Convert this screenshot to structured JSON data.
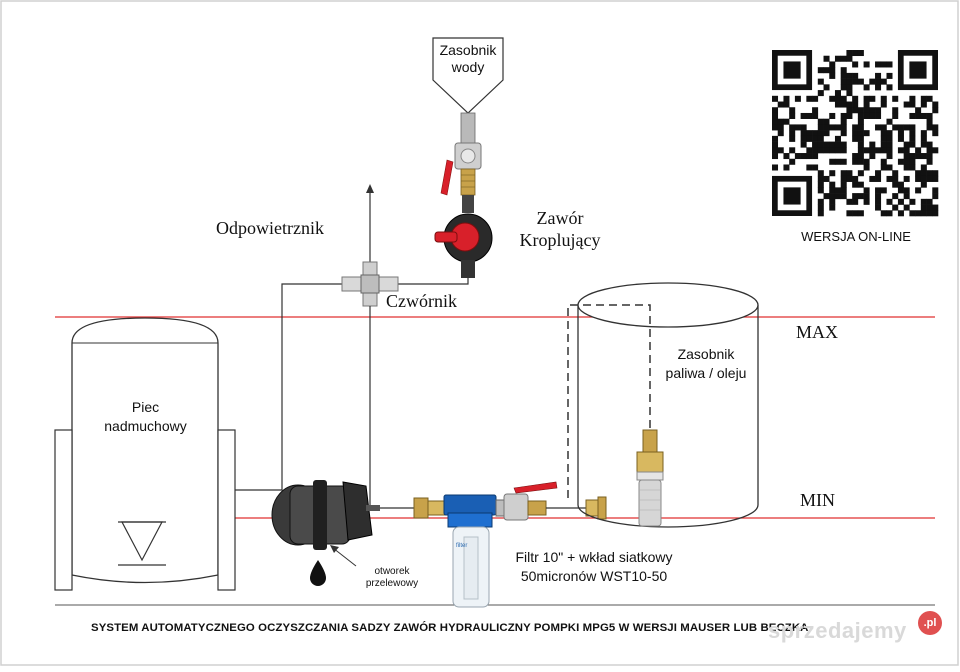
{
  "labels": {
    "water_tank": [
      "Zasobnik",
      "wody"
    ],
    "vent": "Odpowietrznik",
    "drip_valve": [
      "Zawór",
      "Kroplujący"
    ],
    "cross": "Czwórnik",
    "furnace": [
      "Piec",
      "nadmuchowy"
    ],
    "fuel_tank": [
      "Zasobnik",
      "paliwa / oleju"
    ],
    "max": "MAX",
    "min": "MIN",
    "overflow": [
      "otworek",
      "przelewowy"
    ],
    "filter": [
      "Filtr 10\" + wkład siatkowy",
      "50micronów WST10-50"
    ],
    "online": "WERSJA ON-LINE",
    "caption": "SYSTEM AUTOMATYCZNEGO OCZYSZCZANIA SADZY ZAWÓR HYDRAULICZNY POMPKI MPG5 W WERSJI MAUSER LUB BECZKA",
    "watermark": "sprzedajemy",
    "watermark_badge": ".pl"
  },
  "colors": {
    "level_line": "#e03030",
    "line": "#333333",
    "valve_red": "#d8202a",
    "brass": "#c8a24a",
    "filter_blue": "#1a5fb4"
  }
}
